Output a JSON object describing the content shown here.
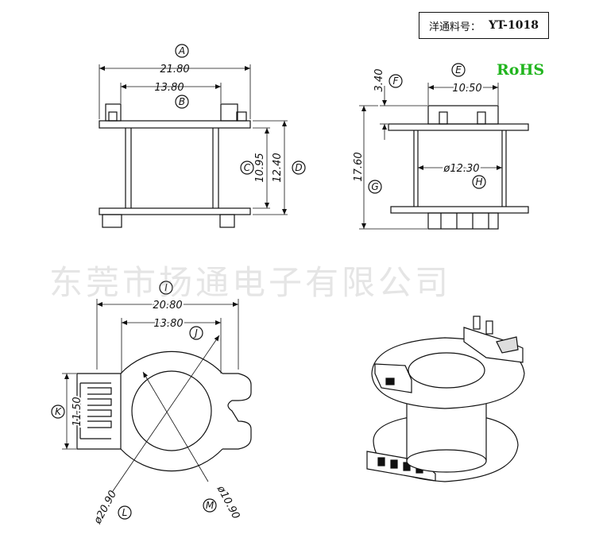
{
  "title_block": {
    "label": "洋通料号：",
    "part_number": "YT-1018"
  },
  "rohs": "RoHS",
  "watermark": "东莞市扬通电子有限公司",
  "front_view": {
    "dim_A": {
      "letter": "A",
      "value": "21.80"
    },
    "dim_B": {
      "letter": "B",
      "value": "13.80"
    },
    "dim_C": {
      "letter": "C",
      "value": "10.95"
    },
    "dim_D": {
      "letter": "D",
      "value": "12.40"
    }
  },
  "side_view": {
    "dim_E": {
      "letter": "E",
      "value": "10.50"
    },
    "dim_F": {
      "letter": "F",
      "value": "3.40"
    },
    "dim_G": {
      "letter": "G",
      "value": "17.60"
    },
    "dim_H": {
      "letter": "H",
      "value": "ø12.30"
    }
  },
  "top_view": {
    "dim_I": {
      "letter": "I",
      "value": "20.80"
    },
    "dim_J": {
      "letter": "J",
      "value": "13.80"
    },
    "dim_K": {
      "letter": "K",
      "value": "11.50"
    },
    "dim_L": {
      "letter": "L",
      "value": "ø20.90"
    },
    "dim_M": {
      "letter": "M",
      "value": "ø10.90"
    }
  },
  "colors": {
    "line": "#111111",
    "rohs": "#22b51f",
    "watermark": "#969696"
  }
}
